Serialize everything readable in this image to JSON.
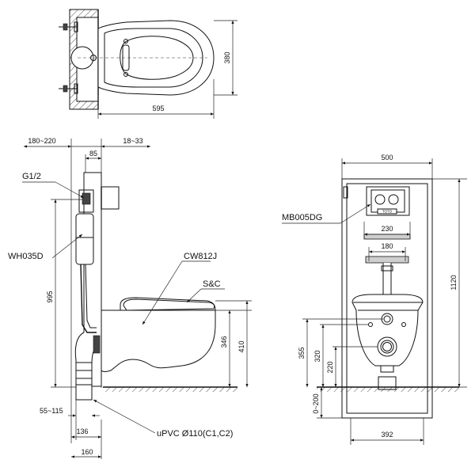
{
  "top_view": {
    "dim_width": "595",
    "dim_depth": "380"
  },
  "side_view": {
    "dim_wall_range": "180~220",
    "dim_front_range": "18~33",
    "dim_85": "85",
    "dim_995": "995",
    "dim_346": "346",
    "dim_410": "410",
    "dim_55_115": "55~115",
    "dim_136": "136",
    "dim_160": "160",
    "label_g12": "G1/2",
    "label_wh035d": "WH035D",
    "label_cw812j": "CW812J",
    "label_sc": "S&C",
    "label_upvc": "uPVC Ø110(C1,C2)"
  },
  "front_view": {
    "dim_500": "500",
    "dim_1120": "1120",
    "dim_230": "230",
    "dim_180": "180",
    "dim_355": "355",
    "dim_320": "320",
    "dim_220": "220",
    "dim_0_200": "0~200",
    "dim_392": "392",
    "label_mb005dg": "MB005DG",
    "badge_toto": "TOTO"
  }
}
